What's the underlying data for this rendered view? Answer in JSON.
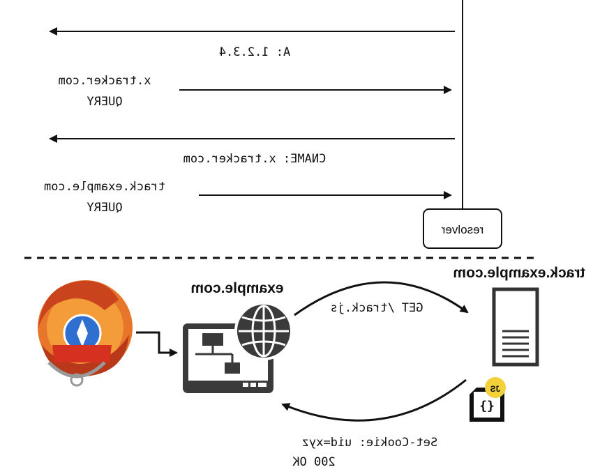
{
  "dns": {
    "resolver_label": "resolver",
    "msg1_query_label": "QUERY",
    "msg1_query_name": "track.example.com",
    "msg2_answer": "CNAME: x.tracker.com",
    "msg3_query_label": "QUERY",
    "msg3_query_name": "x.tracker.com",
    "msg4_answer": "A: 1.2.3.4"
  },
  "http": {
    "site_label": "example.com",
    "tracker_label": "track.example.com",
    "request": "GET /track.js",
    "response_status": "200 OK",
    "response_header": "Set-Cookie: uid=xyz",
    "js_badge": "JS"
  },
  "icons": {
    "browser": "browser-icon",
    "site": "web-server-icon",
    "globe": "globe-icon",
    "document": "document-icon",
    "script": "script-file-icon"
  },
  "colors": {
    "ink": "#111111",
    "server_dark": "#3a3a3a",
    "js_badge": "#f2d13b"
  }
}
